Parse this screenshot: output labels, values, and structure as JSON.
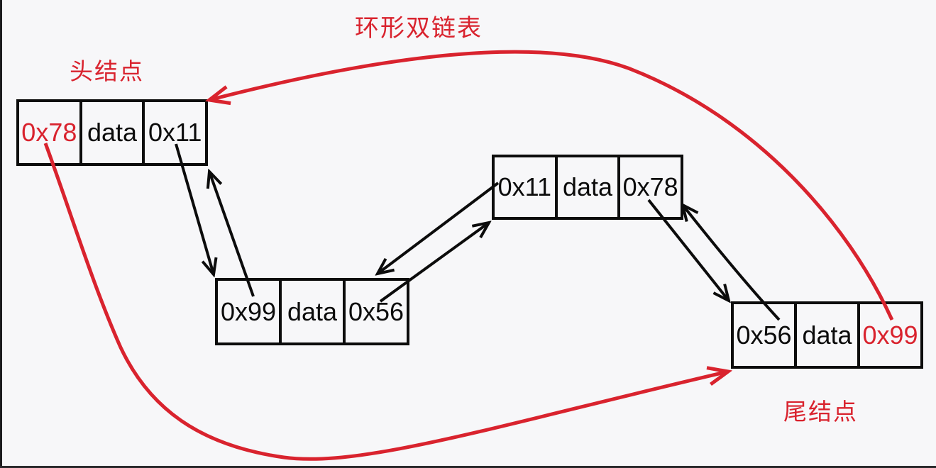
{
  "title": "环形双链表",
  "labels": {
    "head": "头结点",
    "tail": "尾结点"
  },
  "colors": {
    "accent_red": "#d9232e",
    "line_black": "#0c0c0c",
    "background": "#f7f7f9"
  },
  "nodes": [
    {
      "name": "head",
      "prev": "0x78",
      "data": "data",
      "next": "0x11",
      "prev_color": "#d9232e",
      "data_color": "#0c0c0c",
      "next_color": "#0c0c0c"
    },
    {
      "name": "middle-left",
      "prev": "0x99",
      "data": "data",
      "next": "0x56",
      "prev_color": "#0c0c0c",
      "data_color": "#0c0c0c",
      "next_color": "#0c0c0c"
    },
    {
      "name": "middle-right",
      "prev": "0x11",
      "data": "data",
      "next": "0x78",
      "prev_color": "#0c0c0c",
      "data_color": "#0c0c0c",
      "next_color": "#0c0c0c"
    },
    {
      "name": "tail",
      "prev": "0x56",
      "data": "data",
      "next": "0x99",
      "prev_color": "#0c0c0c",
      "data_color": "#0c0c0c",
      "next_color": "#d9232e"
    }
  ]
}
